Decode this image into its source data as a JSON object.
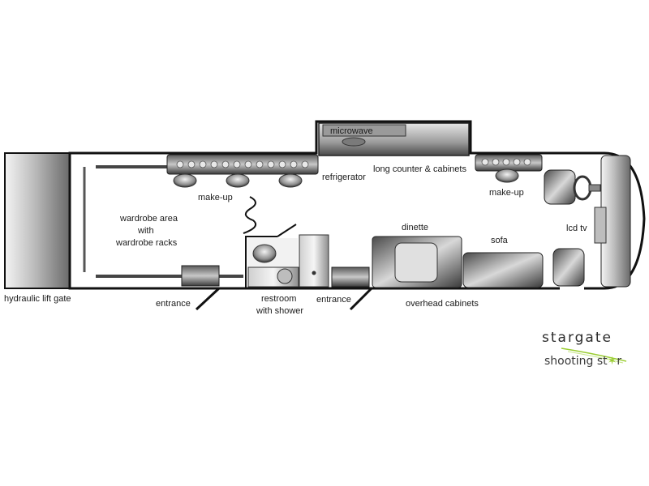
{
  "labels": {
    "microwave": "microwave",
    "refrigerator": "refrigerator",
    "long_counter": "long counter & cabinets",
    "makeup_left": "make-up",
    "makeup_right": "make-up",
    "wardrobe_line1": "wardrobe area",
    "wardrobe_line2": "with",
    "wardrobe_line3": "wardrobe racks",
    "dinette": "dinette",
    "sofa": "sofa",
    "lcd_tv": "lcd tv",
    "hydraulic_lift_gate": "hydraulic lift gate",
    "entrance_left": "entrance",
    "restroom_line1": "restroom",
    "restroom_line2": "with shower",
    "entrance_right": "entrance",
    "overhead_cabinets": "overhead cabinets"
  },
  "brand": {
    "name": "stargate",
    "tagline_part1": "shooting st",
    "tagline_part2": "r"
  },
  "colors": {
    "outline": "#111111",
    "dark_fixture": "#3c3c3c",
    "mid_fixture": "#8a8a8a",
    "light_fixture": "#d6d6d6",
    "accent_green": "#9acd32"
  }
}
